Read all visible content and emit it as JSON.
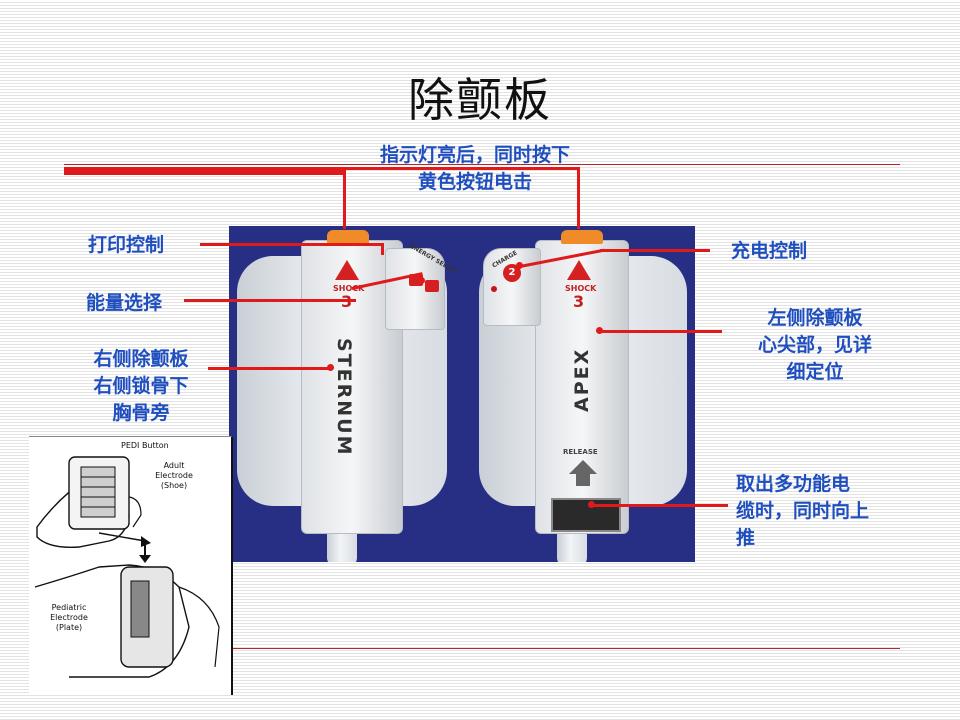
{
  "slide": {
    "title": "除颤板",
    "callouts": {
      "top_line1": "指示灯亮后，同时按下",
      "top_line2": "黄色按钮电击",
      "print_control": "打印控制",
      "energy_select": "能量选择",
      "right_paddle_line1": "右侧除颤板",
      "right_paddle_line2": "右侧锁骨下",
      "right_paddle_line3": "胸骨旁",
      "charge_control": "充电控制",
      "left_paddle_line1": "左侧除颤板",
      "left_paddle_line2": "心尖部，见详",
      "left_paddle_line3": "细定位",
      "remove_line1": "取出多功能电",
      "remove_line2": "缆时，同时向上",
      "remove_line3": "推"
    }
  },
  "photo": {
    "left_paddle": {
      "shock_label": "SHOCK",
      "shock_number": "3",
      "name": "STERNUM",
      "energy_label": "ENERGY SELECT"
    },
    "right_paddle": {
      "shock_label": "SHOCK",
      "shock_number": "3",
      "name": "APEX",
      "release_label": "RELEASE",
      "charge_label": "CHARGE",
      "charge_number": "2"
    }
  },
  "inset": {
    "pedi_button": "PEDI Button",
    "adult_electrode": "Adult Electrode (Shoe)",
    "pediatric_electrode": "Pediatric Electrode (Plate)"
  },
  "colors": {
    "label_blue": "#1f4fbf",
    "pointer_red": "#e01a1a",
    "photo_bg": "#262f84"
  }
}
